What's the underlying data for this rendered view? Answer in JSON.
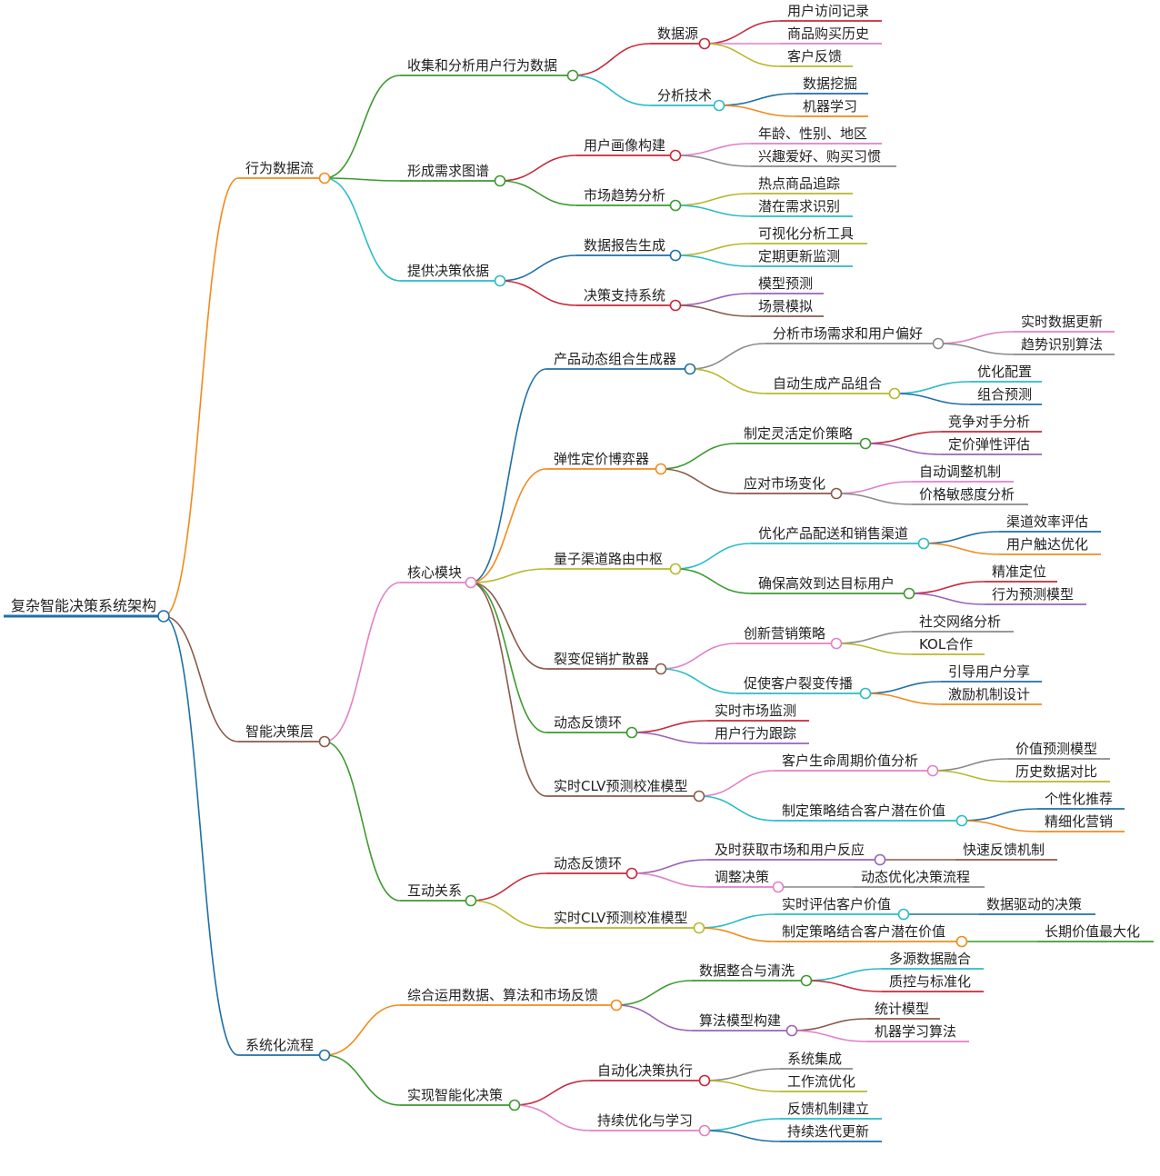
{
  "palette": {
    "blue": "#1f6fa8",
    "orange": "#f28a1b",
    "green": "#3c9a2f",
    "red": "#c8283a",
    "pink": "#e080c8",
    "olive": "#b8b82a",
    "cyan": "#28bcc8",
    "brown": "#8a5a4a",
    "purple": "#9a62b8",
    "gray": "#8a8a8a"
  },
  "tree": {
    "label": "复杂智能决策系统架构",
    "color": "blue",
    "children": [
      {
        "label": "行为数据流",
        "color": "orange",
        "children": [
          {
            "label": "收集和分析用户行为数据",
            "color": "green",
            "children": [
              {
                "label": "数据源",
                "color": "red",
                "children": [
                  {
                    "label": "用户访问记录",
                    "color": "red"
                  },
                  {
                    "label": "商品购买历史",
                    "color": "pink"
                  },
                  {
                    "label": "客户反馈",
                    "color": "olive"
                  }
                ]
              },
              {
                "label": "分析技术",
                "color": "cyan",
                "children": [
                  {
                    "label": "数据挖掘",
                    "color": "blue"
                  },
                  {
                    "label": "机器学习",
                    "color": "orange"
                  }
                ]
              }
            ]
          },
          {
            "label": "形成需求图谱",
            "color": "green",
            "children": [
              {
                "label": "用户画像构建",
                "color": "red",
                "children": [
                  {
                    "label": "年龄、性别、地区",
                    "color": "pink"
                  },
                  {
                    "label": "兴趣爱好、购买习惯",
                    "color": "gray"
                  }
                ]
              },
              {
                "label": "市场趋势分析",
                "color": "green",
                "children": [
                  {
                    "label": "热点商品追踪",
                    "color": "olive"
                  },
                  {
                    "label": "潜在需求识别",
                    "color": "cyan"
                  }
                ]
              }
            ]
          },
          {
            "label": "提供决策依据",
            "color": "cyan",
            "children": [
              {
                "label": "数据报告生成",
                "color": "blue",
                "children": [
                  {
                    "label": "可视化分析工具",
                    "color": "olive"
                  },
                  {
                    "label": "定期更新监测",
                    "color": "cyan"
                  }
                ]
              },
              {
                "label": "决策支持系统",
                "color": "red",
                "children": [
                  {
                    "label": "模型预测",
                    "color": "purple"
                  },
                  {
                    "label": "场景模拟",
                    "color": "brown"
                  }
                ]
              }
            ]
          }
        ]
      },
      {
        "label": "智能决策层",
        "color": "brown",
        "children": [
          {
            "label": "核心模块",
            "color": "pink",
            "children": [
              {
                "label": "产品动态组合生成器",
                "color": "blue",
                "children": [
                  {
                    "label": "分析市场需求和用户偏好",
                    "color": "gray",
                    "children": [
                      {
                        "label": "实时数据更新",
                        "color": "pink"
                      },
                      {
                        "label": "趋势识别算法",
                        "color": "gray"
                      }
                    ]
                  },
                  {
                    "label": "自动生成产品组合",
                    "color": "olive",
                    "children": [
                      {
                        "label": "优化配置",
                        "color": "cyan"
                      },
                      {
                        "label": "组合预测",
                        "color": "blue"
                      }
                    ]
                  }
                ]
              },
              {
                "label": "弹性定价博弈器",
                "color": "orange",
                "children": [
                  {
                    "label": "制定灵活定价策略",
                    "color": "green",
                    "children": [
                      {
                        "label": "竞争对手分析",
                        "color": "red"
                      },
                      {
                        "label": "定价弹性评估",
                        "color": "purple"
                      }
                    ]
                  },
                  {
                    "label": "应对市场变化",
                    "color": "brown",
                    "children": [
                      {
                        "label": "自动调整机制",
                        "color": "pink"
                      },
                      {
                        "label": "价格敏感度分析",
                        "color": "gray"
                      }
                    ]
                  }
                ]
              },
              {
                "label": "量子渠道路由中枢",
                "color": "olive",
                "children": [
                  {
                    "label": "优化产品配送和销售渠道",
                    "color": "cyan",
                    "children": [
                      {
                        "label": "渠道效率评估",
                        "color": "blue"
                      },
                      {
                        "label": "用户触达优化",
                        "color": "orange"
                      }
                    ]
                  },
                  {
                    "label": "确保高效到达目标用户",
                    "color": "green",
                    "children": [
                      {
                        "label": "精准定位",
                        "color": "red"
                      },
                      {
                        "label": "行为预测模型",
                        "color": "purple"
                      }
                    ]
                  }
                ]
              },
              {
                "label": "裂变促销扩散器",
                "color": "brown",
                "children": [
                  {
                    "label": "创新营销策略",
                    "color": "pink",
                    "children": [
                      {
                        "label": "社交网络分析",
                        "color": "gray"
                      },
                      {
                        "label": "KOL合作",
                        "color": "olive"
                      }
                    ]
                  },
                  {
                    "label": "促使客户裂变传播",
                    "color": "cyan",
                    "children": [
                      {
                        "label": "引导用户分享",
                        "color": "blue"
                      },
                      {
                        "label": "激励机制设计",
                        "color": "orange"
                      }
                    ]
                  }
                ]
              },
              {
                "label": "动态反馈环",
                "color": "green",
                "children": [
                  {
                    "label": "实时市场监测",
                    "color": "red"
                  },
                  {
                    "label": "用户行为跟踪",
                    "color": "purple"
                  }
                ]
              },
              {
                "label": "实时CLV预测校准模型",
                "color": "brown",
                "children": [
                  {
                    "label": "客户生命周期价值分析",
                    "color": "pink",
                    "children": [
                      {
                        "label": "价值预测模型",
                        "color": "gray"
                      },
                      {
                        "label": "历史数据对比",
                        "color": "olive"
                      }
                    ]
                  },
                  {
                    "label": "制定策略结合客户潜在价值",
                    "color": "cyan",
                    "children": [
                      {
                        "label": "个性化推荐",
                        "color": "blue"
                      },
                      {
                        "label": "精细化营销",
                        "color": "orange"
                      }
                    ]
                  }
                ]
              }
            ]
          },
          {
            "label": "互动关系",
            "color": "green",
            "children": [
              {
                "label": "动态反馈环",
                "color": "red",
                "children": [
                  {
                    "label": "及时获取市场和用户反应",
                    "color": "purple",
                    "children": [
                      {
                        "label": "快速反馈机制",
                        "color": "brown"
                      }
                    ]
                  },
                  {
                    "label": "调整决策",
                    "color": "pink",
                    "children": [
                      {
                        "label": "动态优化决策流程",
                        "color": "gray"
                      }
                    ]
                  }
                ]
              },
              {
                "label": "实时CLV预测校准模型",
                "color": "olive",
                "children": [
                  {
                    "label": "实时评估客户价值",
                    "color": "cyan",
                    "children": [
                      {
                        "label": "数据驱动的决策",
                        "color": "blue"
                      }
                    ]
                  },
                  {
                    "label": "制定策略结合客户潜在价值",
                    "color": "orange",
                    "children": [
                      {
                        "label": "长期价值最大化",
                        "color": "green"
                      }
                    ]
                  }
                ]
              }
            ]
          }
        ]
      },
      {
        "label": "系统化流程",
        "color": "blue",
        "children": [
          {
            "label": "综合运用数据、算法和市场反馈",
            "color": "orange",
            "children": [
              {
                "label": "数据整合与清洗",
                "color": "green",
                "children": [
                  {
                    "label": "多源数据融合",
                    "color": "cyan"
                  },
                  {
                    "label": "质控与标准化",
                    "color": "red"
                  }
                ]
              },
              {
                "label": "算法模型构建",
                "color": "purple",
                "children": [
                  {
                    "label": "统计模型",
                    "color": "brown"
                  },
                  {
                    "label": "机器学习算法",
                    "color": "pink"
                  }
                ]
              }
            ]
          },
          {
            "label": "实现智能化决策",
            "color": "green",
            "children": [
              {
                "label": "自动化决策执行",
                "color": "red",
                "children": [
                  {
                    "label": "系统集成",
                    "color": "gray"
                  },
                  {
                    "label": "工作流优化",
                    "color": "olive"
                  }
                ]
              },
              {
                "label": "持续优化与学习",
                "color": "pink",
                "children": [
                  {
                    "label": "反馈机制建立",
                    "color": "cyan"
                  },
                  {
                    "label": "持续迭代更新",
                    "color": "blue"
                  }
                ]
              }
            ]
          }
        ]
      }
    ]
  }
}
